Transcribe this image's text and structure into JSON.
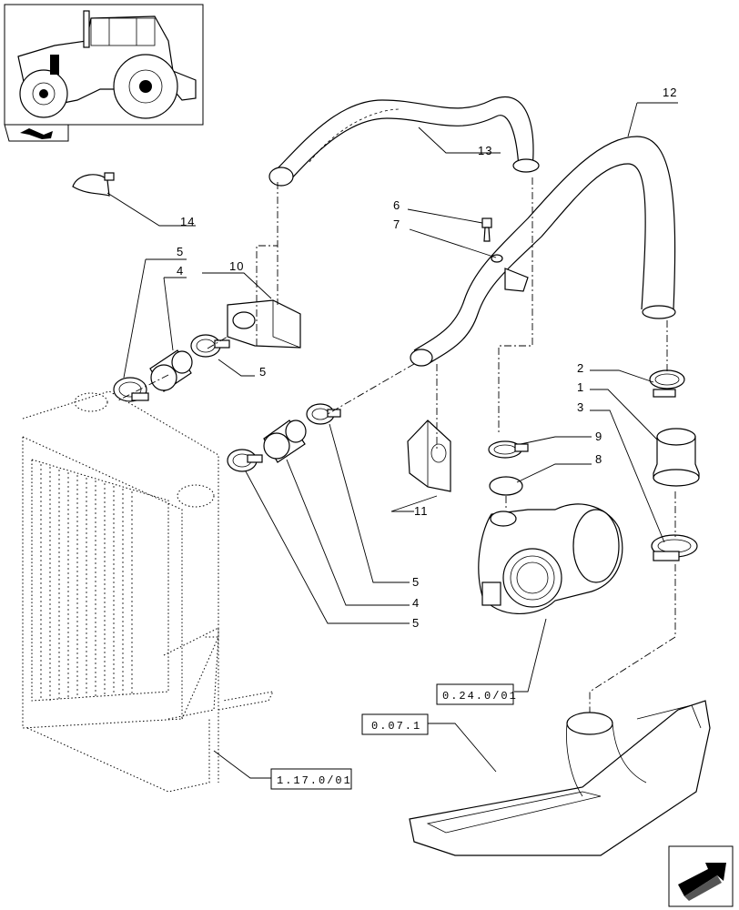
{
  "callouts": {
    "c1": "1",
    "c2": "2",
    "c3": "3",
    "c4a": "4",
    "c4b": "4",
    "c5a": "5",
    "c5b": "5",
    "c5c": "5",
    "c5d": "5",
    "c6": "6",
    "c7": "7",
    "c8": "8",
    "c9": "9",
    "c10": "10",
    "c11": "11",
    "c12": "12",
    "c13": "13",
    "c14": "14"
  },
  "references": {
    "turbo": "0.24.0/01",
    "manifold": "0.07.1",
    "radiator": "1.17.0/01"
  },
  "icons": {
    "thumbnail": "tractor-location-thumbnail",
    "section": "section-arrow-icon",
    "nav": "next-page-arrow-icon"
  }
}
